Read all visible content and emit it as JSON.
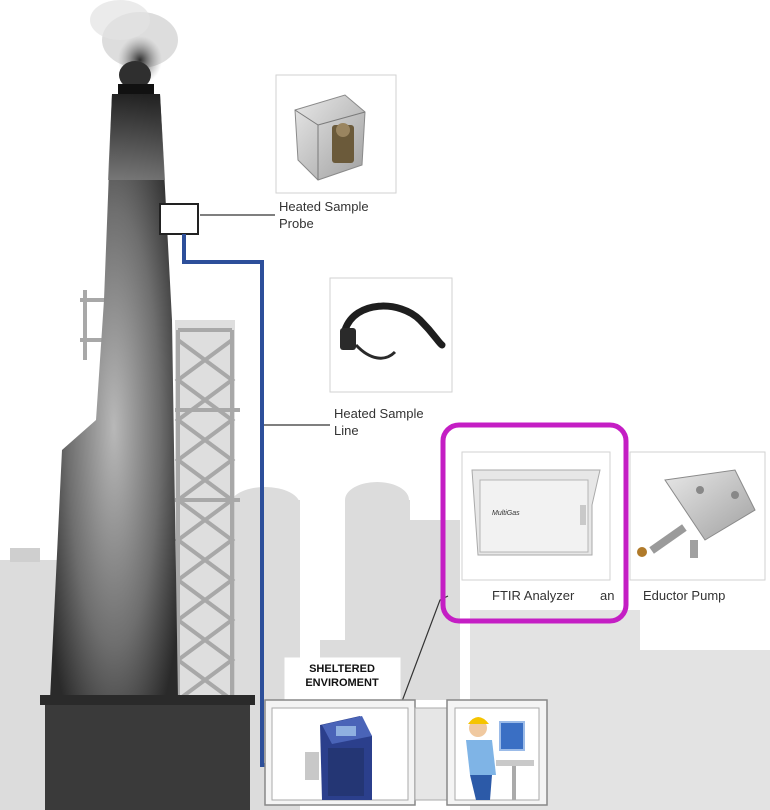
{
  "labels": {
    "probe": "Heated Sample\nProbe",
    "line": "Heated Sample\nLine",
    "ftir": "FTIR Analyzer",
    "an": "an",
    "pump": "Eductor Pump",
    "shelter": "SHELTERED\nENVIROMENT"
  },
  "device_brand": "MultiGas",
  "colors": {
    "sample_line": "#2d4f9a",
    "highlight": "#c41ec4",
    "stack_dark": "#2e2e2e",
    "stack_light": "#9a9a9a",
    "background_industry": "#d9d9d9"
  }
}
